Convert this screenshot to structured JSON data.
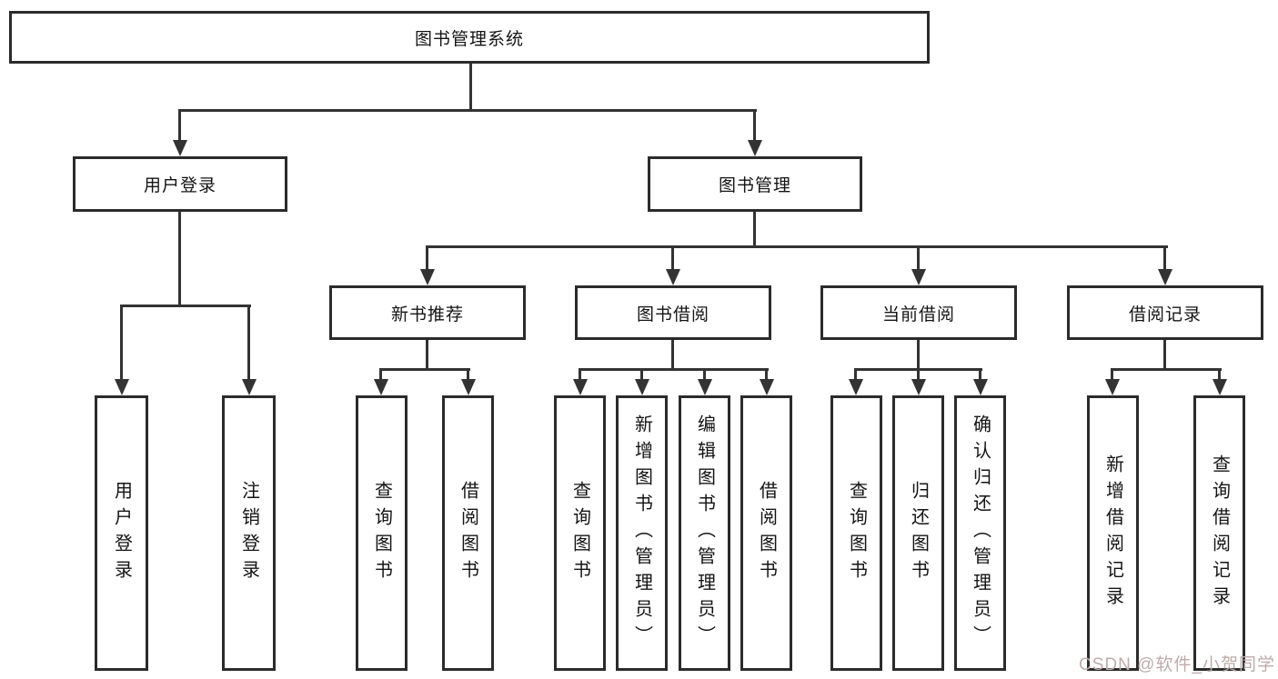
{
  "tree": {
    "label": "图书管理系统",
    "children": [
      {
        "label": "用户登录",
        "children": [
          {
            "label": "用户登录"
          },
          {
            "label": "注销登录"
          }
        ]
      },
      {
        "label": "图书管理",
        "children": [
          {
            "label": "新书推荐",
            "children": [
              {
                "label": "查询图书"
              },
              {
                "label": "借阅图书"
              }
            ]
          },
          {
            "label": "图书借阅",
            "children": [
              {
                "label": "查询图书"
              },
              {
                "label": "新增图书（管理员）"
              },
              {
                "label": "编辑图书（管理员）"
              },
              {
                "label": "借阅图书"
              }
            ]
          },
          {
            "label": "当前借阅",
            "children": [
              {
                "label": "查询图书"
              },
              {
                "label": "归还图书"
              },
              {
                "label": "确认归还（管理员）"
              }
            ]
          },
          {
            "label": "借阅记录",
            "children": [
              {
                "label": "新增借阅记录"
              },
              {
                "label": "查询借阅记录"
              }
            ]
          }
        ]
      }
    ]
  },
  "watermark": {
    "text": "CSDN @软件_小贺同学"
  },
  "colors": {
    "line": "#333333",
    "box_border": "#2b2b2b",
    "text": "#141414",
    "watermark": "#bfabab",
    "background": "#ffffff"
  }
}
